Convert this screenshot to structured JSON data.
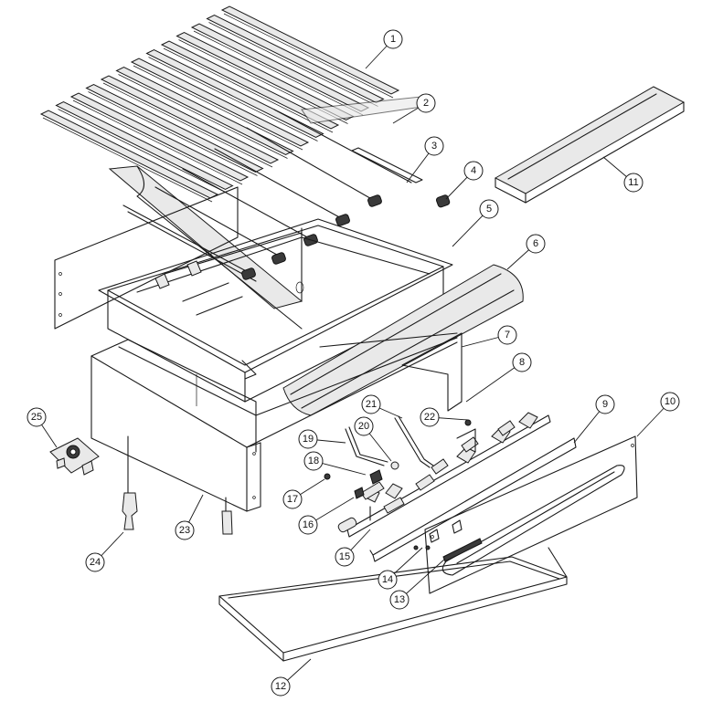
{
  "diagram": {
    "callouts": [
      {
        "label": "1"
      },
      {
        "label": "2"
      },
      {
        "label": "3"
      },
      {
        "label": "4"
      },
      {
        "label": "5"
      },
      {
        "label": "6"
      },
      {
        "label": "7"
      },
      {
        "label": "8"
      },
      {
        "label": "9"
      },
      {
        "label": "10"
      },
      {
        "label": "11"
      },
      {
        "label": "12"
      },
      {
        "label": "13"
      },
      {
        "label": "14"
      },
      {
        "label": "15"
      },
      {
        "label": "16"
      },
      {
        "label": "17"
      },
      {
        "label": "18"
      },
      {
        "label": "19"
      },
      {
        "label": "20"
      },
      {
        "label": "21"
      },
      {
        "label": "22"
      },
      {
        "label": "23"
      },
      {
        "label": "24"
      },
      {
        "label": "25"
      }
    ]
  }
}
